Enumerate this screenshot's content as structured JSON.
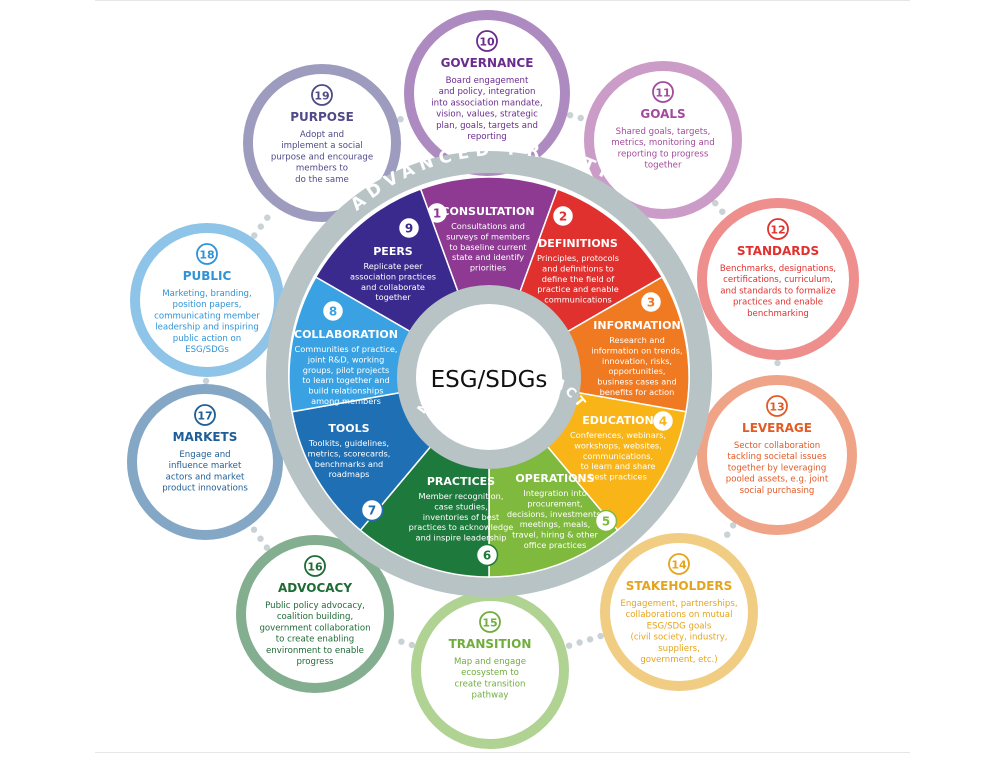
{
  "center": {
    "label": "ESG/SDGs"
  },
  "ring_labels": {
    "advanced": "ADVANCED PRACTICES",
    "foundational": "FOUNDATIONAL PRACTICES"
  },
  "foundational": [
    {
      "number": "1",
      "title": "CONSULTATION",
      "desc": [
        "Consultations and",
        "surveys of members",
        "to baseline current",
        "state and identify",
        "priorities"
      ],
      "color": "#8e3a93"
    },
    {
      "number": "2",
      "title": "DEFINITIONS",
      "desc": [
        "Principles, protocols",
        "and definitions to",
        "define the field of",
        "practice and enable",
        "communications"
      ],
      "color": "#e0312f"
    },
    {
      "number": "3",
      "title": "INFORMATION",
      "desc": [
        "Research and",
        "information on trends,",
        "innovation, risks,",
        "opportunities,",
        "business cases and",
        "benefits for action"
      ],
      "color": "#f07a21"
    },
    {
      "number": "4",
      "title": "EDUCATION",
      "desc": [
        "Conferences, webinars,",
        "workshops, websites,",
        "communications,",
        "to learn and share",
        "best practices"
      ],
      "color": "#f9b517"
    },
    {
      "number": "5",
      "title": "OPERATIONS",
      "desc": [
        "Integration into",
        "procurement,",
        "decisions, investments,",
        "meetings, meals,",
        "travel, hiring & other",
        "office practices"
      ],
      "color": "#7fb93d"
    },
    {
      "number": "6",
      "title": "PRACTICES",
      "desc": [
        "Member recognition,",
        "case studies,",
        "inventories of best",
        "practices to acknowledge",
        "and inspire leadership"
      ],
      "color": "#1e7a3c"
    },
    {
      "number": "7",
      "title": "TOOLS",
      "desc": [
        "Toolkits, guidelines,",
        "metrics, scorecards,",
        "benchmarks and",
        "roadmaps"
      ],
      "color": "#1f6fb5"
    },
    {
      "number": "8",
      "title": "COLLABORATION",
      "desc": [
        "Communities of practice,",
        "joint R&D, working",
        "groups, pilot projects",
        "to learn together and",
        "build relationships",
        "among members"
      ],
      "color": "#3aa2e2"
    },
    {
      "number": "9",
      "title": "PEERS",
      "desc": [
        "Replicate peer",
        "association practices",
        "and collaborate",
        "together"
      ],
      "color": "#3b2a8e"
    }
  ],
  "advanced": [
    {
      "number": "10",
      "title": "GOVERNANCE",
      "desc": [
        "Board engagement",
        "and policy, integration",
        "into association mandate,",
        "vision, values, strategic",
        "plan, goals, targets and",
        "reporting"
      ],
      "color": "#6a2c8e"
    },
    {
      "number": "11",
      "title": "GOALS",
      "desc": [
        "Shared goals, targets,",
        "metrics, monitoring and",
        "reporting to progress",
        "together"
      ],
      "color": "#a34a9c"
    },
    {
      "number": "12",
      "title": "STANDARDS",
      "desc": [
        "Benchmarks, designations,",
        "certifications, curriculum,",
        "and standards to formalize",
        "practices and enable",
        "benchmarking"
      ],
      "color": "#e0312f"
    },
    {
      "number": "13",
      "title": "LEVERAGE",
      "desc": [
        "Sector collaboration",
        "tackling societal issues",
        "together by leveraging",
        "pooled assets, e.g. joint",
        "social purchasing"
      ],
      "color": "#e25a26"
    },
    {
      "number": "14",
      "title": "STAKEHOLDERS",
      "desc": [
        "Engagement, partnerships,",
        "collaborations on mutual",
        "ESG/SDG goals",
        "(civil society, industry,",
        "suppliers,",
        "government, etc.)"
      ],
      "color": "#e5a41d"
    },
    {
      "number": "15",
      "title": "TRANSITION",
      "desc": [
        "Map and engage",
        "ecosystem to",
        "create transition",
        "pathway"
      ],
      "color": "#6fae3d"
    },
    {
      "number": "16",
      "title": "ADVOCACY",
      "desc": [
        "Public policy advocacy,",
        "coalition building,",
        "government collaboration",
        "to create enabling",
        "environment to enable",
        "progress"
      ],
      "color": "#1e6b35"
    },
    {
      "number": "17",
      "title": "MARKETS",
      "desc": [
        "Engage and",
        "influence market",
        "actors and market",
        "product innovations"
      ],
      "color": "#1f5e96"
    },
    {
      "number": "18",
      "title": "PUBLIC",
      "desc": [
        "Marketing, branding,",
        "position papers,",
        "communicating member",
        "leadership and inspiring",
        "public action on",
        "ESG/SDGs"
      ],
      "color": "#2f93d6"
    },
    {
      "number": "19",
      "title": "PURPOSE",
      "desc": [
        "Adopt and",
        "implement a social",
        "purpose and encourage",
        "members to",
        "do the same"
      ],
      "color": "#4f4a88"
    }
  ]
}
